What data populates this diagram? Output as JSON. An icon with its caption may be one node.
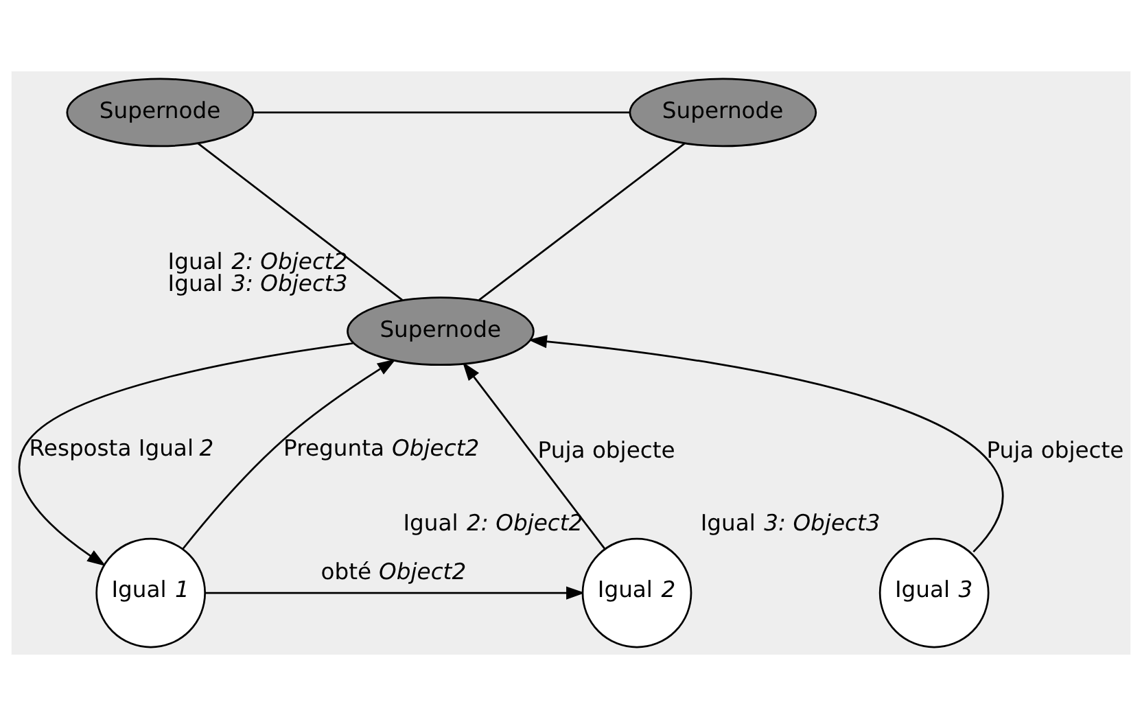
{
  "diagram": {
    "nodes": [
      {
        "text": [
          "Supernode"
        ]
      },
      {
        "text": [
          "Supernode"
        ]
      },
      {
        "text": [
          "Supernode"
        ],
        "beside": [
          "Igual *2: Object2*",
          "Igual *3: Object3*"
        ]
      },
      {
        "text": [
          "Igual *1*"
        ]
      },
      {
        "text": [
          "Igual *2*"
        ],
        "beside": [
          "Igual *2: Object2*"
        ]
      },
      {
        "text": [
          "Igual *3*"
        ],
        "beside": [
          "Igual *3: Object3*"
        ]
      }
    ],
    "edges": [
      {
        "from": 0,
        "to": 1,
        "arrow": "none"
      },
      {
        "from": 0,
        "to": 2,
        "arrow": "none"
      },
      {
        "from": 1,
        "to": 2,
        "arrow": "none"
      },
      {
        "from": 3,
        "to": 2,
        "arrow": "to",
        "label": "Pregunta *Object2*"
      },
      {
        "from": 2,
        "to": 3,
        "arrow": "to",
        "label": "Resposta Igual *2*"
      },
      {
        "from": 4,
        "to": 2,
        "arrow": "to",
        "label": "Puja objecte"
      },
      {
        "from": 5,
        "to": 2,
        "arrow": "to",
        "label": "Puja objecte"
      },
      {
        "from": 3,
        "to": 4,
        "arrow": "to",
        "label": "obté *Object2*"
      }
    ]
  }
}
